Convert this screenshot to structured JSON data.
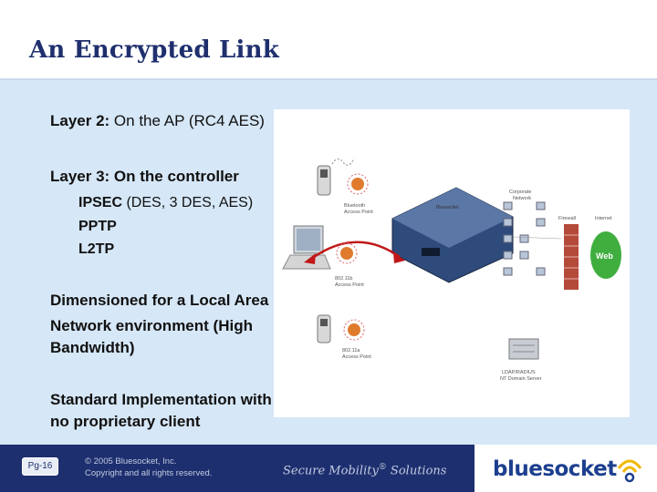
{
  "slide": {
    "title": "An Encrypted Link"
  },
  "content": {
    "layer2": {
      "label": "Layer 2:",
      "text": " On the AP (RC4 AES)"
    },
    "layer3": {
      "label": "Layer 3: On the controller"
    },
    "layer3_items": [
      "IPSEC (DES, 3 DES, AES)",
      "PPTP",
      "L2TP"
    ],
    "dimensioned": [
      "Dimensioned for a Local Area",
      "Network environment (High",
      "Bandwidth)"
    ],
    "standard": [
      "Standard Implementation with",
      "no proprietary client"
    ]
  },
  "diagram": {
    "labels": {
      "bluetooth_ap": [
        "Bluetooth",
        "Access Point"
      ],
      "controller": "Bluesocket",
      "corporate": [
        "Corporate",
        "Network"
      ],
      "firewall": "Firewall",
      "internet": "Internet",
      "web": "Web",
      "ap_11b_top": [
        "802.11b",
        "Access Point"
      ],
      "ap_11b_bottom": [
        "802.11a",
        "Access Point"
      ],
      "ldap": [
        "LDAP/RADIUS",
        "NT Domain Server"
      ]
    },
    "colors": {
      "arrow": "#c01818",
      "web": "#3fae3f",
      "firewall": "#b44a3a"
    }
  },
  "footer": {
    "page": "Pg-16",
    "copyright_line1": "© 2005 Bluesocket, Inc.",
    "copyright_line2": "Copyright and all rights reserved.",
    "slogan_a": "Secure Mobility",
    "slogan_sup": "®",
    "slogan_b": " Solutions",
    "logo": "bluesocket"
  }
}
